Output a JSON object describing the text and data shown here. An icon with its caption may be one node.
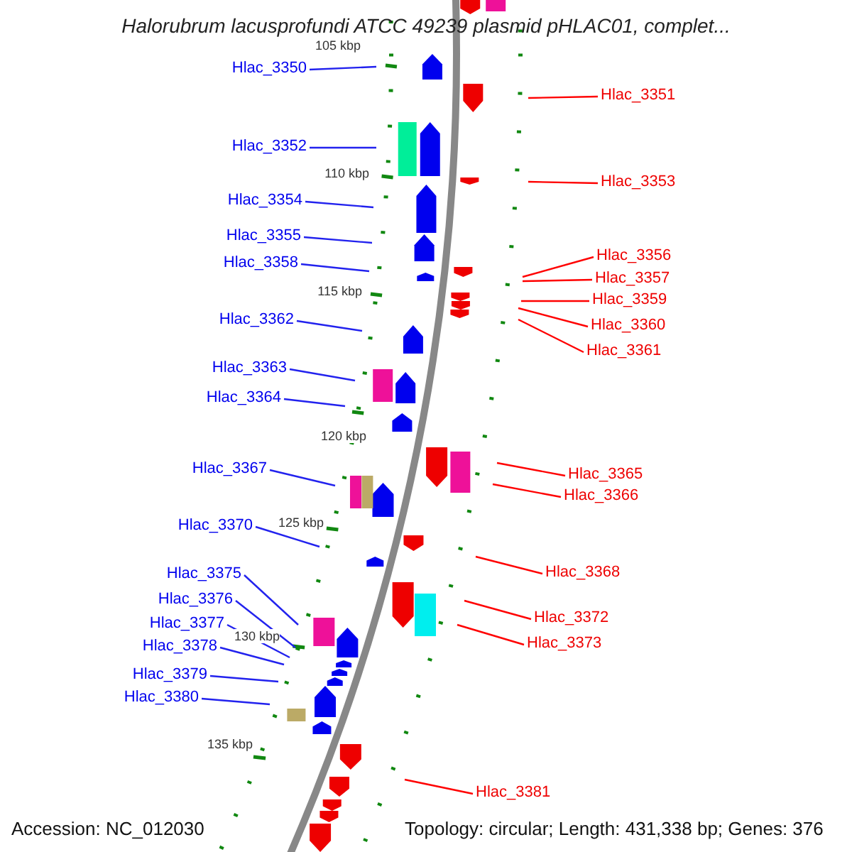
{
  "diagram": {
    "title": "Halorubrum lacusprofundi ATCC 49239 plasmid pHLAC01, complet...",
    "nodes": [
      {
        "text": [
          "Hlac_3350"
        ]
      },
      {
        "text": [
          "Hlac_3351"
        ]
      },
      {
        "text": [
          "Hlac_3352"
        ]
      },
      {
        "text": [
          "Hlac_3353"
        ]
      },
      {
        "text": [
          "Hlac_3354"
        ]
      },
      {
        "text": [
          "Hlac_3355"
        ]
      },
      {
        "text": [
          "Hlac_3356"
        ]
      },
      {
        "text": [
          "Hlac_3357"
        ]
      },
      {
        "text": [
          "Hlac_3358"
        ]
      },
      {
        "text": [
          "Hlac_3359"
        ]
      },
      {
        "text": [
          "Hlac_3360"
        ]
      },
      {
        "text": [
          "Hlac_3361"
        ]
      },
      {
        "text": [
          "Hlac_3362"
        ]
      },
      {
        "text": [
          "Hlac_3363"
        ]
      },
      {
        "text": [
          "Hlac_3364"
        ]
      },
      {
        "text": [
          "Hlac_3365"
        ]
      },
      {
        "text": [
          "Hlac_3366"
        ]
      },
      {
        "text": [
          "Hlac_3367"
        ]
      },
      {
        "text": [
          "Hlac_3368"
        ]
      },
      {
        "text": [
          "Hlac_3370"
        ]
      },
      {
        "text": [
          "Hlac_3372"
        ]
      },
      {
        "text": [
          "Hlac_3373"
        ]
      },
      {
        "text": [
          "Hlac_3375"
        ]
      },
      {
        "text": [
          "Hlac_3376"
        ]
      },
      {
        "text": [
          "Hlac_3377"
        ]
      },
      {
        "text": [
          "Hlac_3378"
        ]
      },
      {
        "text": [
          "Hlac_3379"
        ]
      },
      {
        "text": [
          "Hlac_3380"
        ]
      },
      {
        "text": [
          "Hlac_3381"
        ]
      }
    ],
    "edges": [
      {
        "from": 0,
        "to": null,
        "arrow": "none"
      },
      {
        "from": 1,
        "to": null,
        "arrow": "none",
        "color": "#ff0000"
      },
      {
        "from": 2,
        "to": null,
        "arrow": "none"
      },
      {
        "from": 3,
        "to": null,
        "arrow": "none",
        "color": "#ff0000"
      },
      {
        "from": 4,
        "to": null,
        "arrow": "none"
      },
      {
        "from": 5,
        "to": null,
        "arrow": "none"
      },
      {
        "from": 6,
        "to": null,
        "arrow": "none",
        "color": "#ff0000"
      },
      {
        "from": 7,
        "to": null,
        "arrow": "none",
        "color": "#ff0000"
      },
      {
        "from": 8,
        "to": null,
        "arrow": "none"
      },
      {
        "from": 9,
        "to": null,
        "arrow": "none",
        "color": "#ff0000"
      },
      {
        "from": 10,
        "to": null,
        "arrow": "none",
        "color": "#ff0000"
      },
      {
        "from": 11,
        "to": null,
        "arrow": "none",
        "color": "#ff0000"
      },
      {
        "from": 12,
        "to": null,
        "arrow": "none"
      },
      {
        "from": 13,
        "to": null,
        "arrow": "none"
      },
      {
        "from": 14,
        "to": null,
        "arrow": "none"
      },
      {
        "from": 15,
        "to": null,
        "arrow": "none",
        "color": "#ff0000"
      },
      {
        "from": 16,
        "to": null,
        "arrow": "none",
        "color": "#ff0000"
      },
      {
        "from": 17,
        "to": null,
        "arrow": "none"
      },
      {
        "from": 18,
        "to": null,
        "arrow": "none",
        "color": "#ff0000"
      },
      {
        "from": 19,
        "to": null,
        "arrow": "none"
      },
      {
        "from": 20,
        "to": null,
        "arrow": "none",
        "color": "#ff0000"
      },
      {
        "from": 21,
        "to": null,
        "arrow": "none",
        "color": "#ff0000"
      },
      {
        "from": 22,
        "to": null,
        "arrow": "none"
      },
      {
        "from": 23,
        "to": null,
        "arrow": "none"
      },
      {
        "from": 24,
        "to": null,
        "arrow": "none"
      },
      {
        "from": 25,
        "to": null,
        "arrow": "none"
      },
      {
        "from": 26,
        "to": null,
        "arrow": "none"
      },
      {
        "from": 27,
        "to": null,
        "arrow": "none"
      },
      {
        "from": 28,
        "to": null,
        "arrow": "none",
        "color": "#ff0000"
      }
    ],
    "labels": [
      "105 kbp",
      "110 kbp",
      "115 kbp",
      "120 kbp",
      "125 kbp",
      "130 kbp",
      "135 kbp",
      "Accession: NC_012030",
      "Topology: circular; Length: 431,338 bp; Genes: 376"
    ]
  }
}
